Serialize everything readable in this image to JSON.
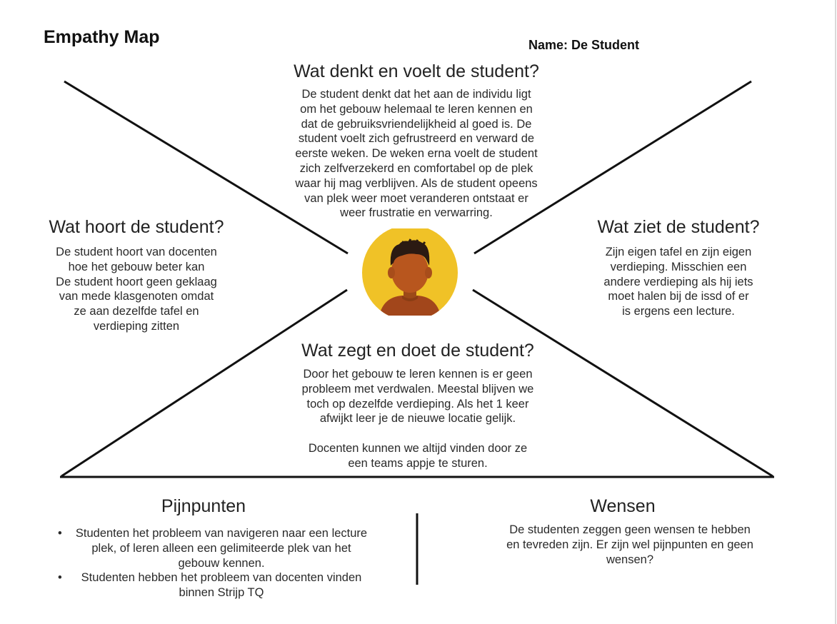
{
  "header": {
    "title": "Empathy Map",
    "name_label": "Name: De Student"
  },
  "quadrants": {
    "think": {
      "heading": "Wat denkt en voelt de student?",
      "body": "De student denkt dat het aan de individu ligt\nom het gebouw helemaal te leren kennen en\ndat de gebruiksvriendelijkheid al goed is. De\nstudent voelt zich gefrustreerd en verward de\neerste weken. De weken erna voelt de student\nzich zelfverzekerd en comfortabel op de plek\nwaar hij mag verblijven. Als de student opeens\nvan plek weer moet veranderen ontstaat er\nweer frustratie en verwarring."
    },
    "hear": {
      "heading": "Wat hoort de student?",
      "body": "De student hoort van docenten\nhoe het gebouw beter kan\nDe student hoort geen geklaag\nvan mede klasgenoten omdat\nze aan dezelfde tafel en\nverdieping zitten"
    },
    "see": {
      "heading": "Wat ziet de student?",
      "body": "Zijn eigen tafel en zijn eigen\nverdieping. Misschien een\nandere verdieping als hij iets\nmoet halen bij de issd of er\nis ergens een lecture."
    },
    "say": {
      "heading": "Wat zegt en doet de student?",
      "body": "Door het gebouw te leren kennen is er geen\nprobleem met verdwalen. Meestal blijven we\ntoch op dezelfde verdieping. Als het 1 keer\nafwijkt leer je de nieuwe locatie gelijk.\n\nDocenten kunnen we altijd vinden door ze\neen teams appje te sturen."
    }
  },
  "pain_points": {
    "heading": "Pijnpunten",
    "items": [
      "Studenten het probleem van navigeren naar een lecture plek, of leren alleen een gelimiteerde plek van het gebouw kennen.",
      "Studenten hebben het probleem van docenten vinden binnen Strijp TQ"
    ],
    "bullet": "•"
  },
  "wishes": {
    "heading": "Wensen",
    "body": "De studenten zeggen geen wensen te hebben\nen tevreden zijn. Er zijn wel pijnpunten en geen\nwensen?"
  },
  "colors": {
    "line": "#111111",
    "avatar_bg": "#f0c227",
    "skin": "#b8561e",
    "hair": "#2b1a12",
    "shirt": "#a2461b"
  },
  "icons": {
    "avatar": "person-avatar-icon"
  }
}
